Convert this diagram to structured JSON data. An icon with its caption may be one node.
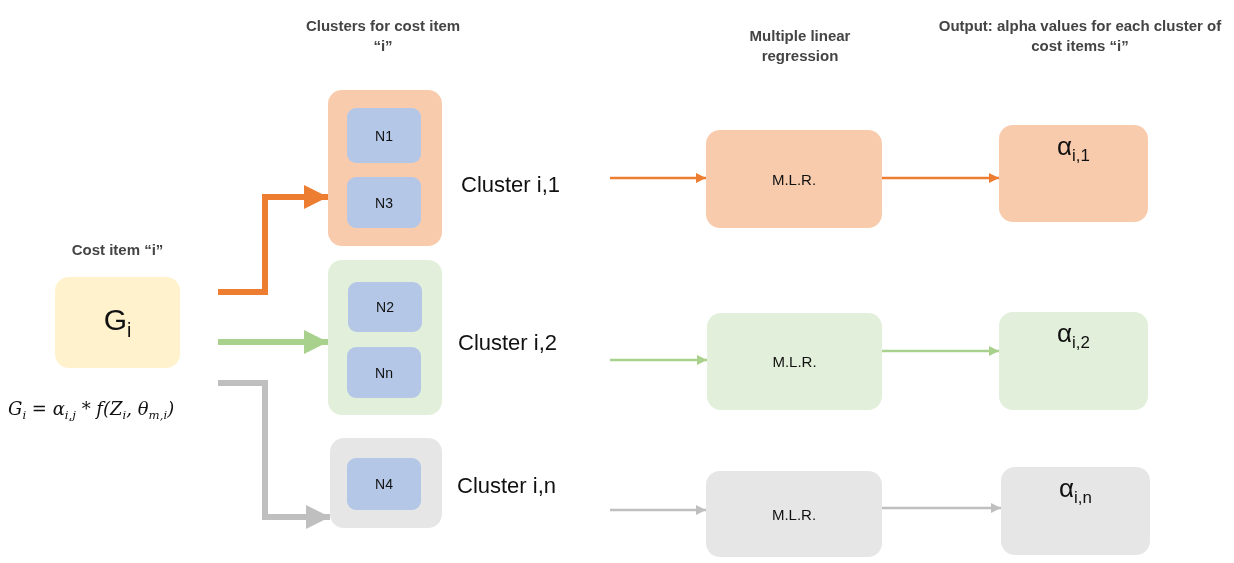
{
  "diagram": {
    "nodes": [
      {
        "text": [
          "Cost item “i”",
          "G$_{i}$"
        ],
        "beside": [
          "G$_{i}$ = α$_{i,j}$ * f(Z$_{i}$, θ$_{m,i}$)"
        ]
      },
      {
        "text": [],
        "shape": "box",
        "beside": [
          "Cluster i,1"
        ]
      },
      {
        "text": [
          "N1"
        ],
        "in": 1
      },
      {
        "text": [
          "N3"
        ],
        "in": 1
      },
      {
        "text": [],
        "shape": "box",
        "beside": [
          "Cluster i,2"
        ]
      },
      {
        "text": [
          "N2"
        ],
        "in": 4
      },
      {
        "text": [
          "Nn"
        ],
        "in": 4
      },
      {
        "text": [],
        "shape": "box",
        "beside": [
          "Cluster i,n"
        ]
      },
      {
        "text": [
          "N4"
        ],
        "in": 7
      },
      {
        "text": [
          "M.L.R."
        ]
      },
      {
        "text": [
          "M.L.R."
        ]
      },
      {
        "text": [
          "M.L.R."
        ]
      },
      {
        "text": [
          "α$_{i,1}$"
        ]
      },
      {
        "text": [
          "α$_{i,2}$"
        ]
      },
      {
        "text": [
          "α$_{i,n}$"
        ]
      }
    ],
    "edges": [
      {
        "from": 0,
        "to": 1,
        "arrow": "to",
        "style": "thick",
        "color": "#ed7d31"
      },
      {
        "from": 0,
        "to": 4,
        "arrow": "to",
        "style": "thick",
        "color": "#a9d18e"
      },
      {
        "from": 0,
        "to": 7,
        "arrow": "to",
        "style": "thick",
        "color": "#bfbfbf"
      },
      {
        "from": 1,
        "to": 9,
        "arrow": "to",
        "color": "#ed7d31"
      },
      {
        "from": 9,
        "to": 12,
        "arrow": "to",
        "color": "#ed7d31"
      },
      {
        "from": 4,
        "to": 10,
        "arrow": "to",
        "color": "#a9d18e"
      },
      {
        "from": 10,
        "to": 13,
        "arrow": "to",
        "color": "#a9d18e"
      },
      {
        "from": 7,
        "to": 11,
        "arrow": "to",
        "color": "#bfbfbf"
      },
      {
        "from": 11,
        "to": 14,
        "arrow": "to",
        "color": "#bfbfbf"
      }
    ],
    "labels": [
      "Clusters for cost item “i”",
      "Multiple linear regression",
      "Output: alpha values for each cluster of cost items “i”"
    ]
  }
}
